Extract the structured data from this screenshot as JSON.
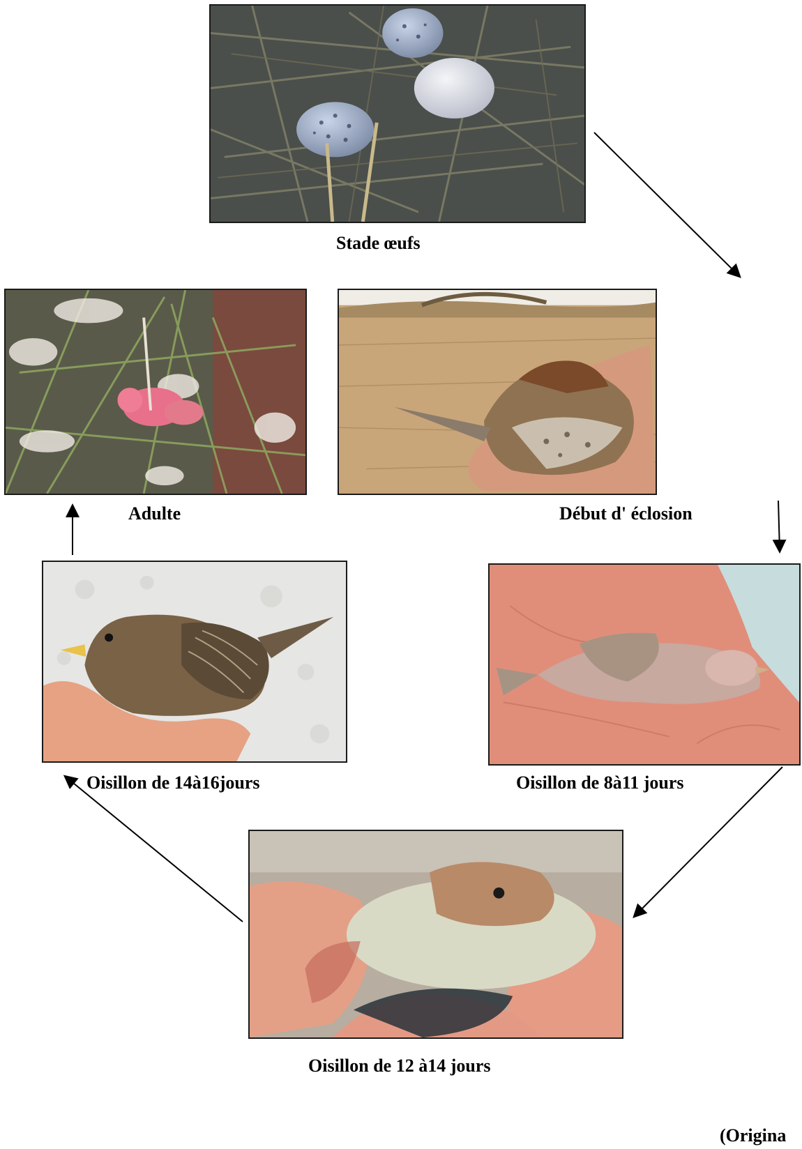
{
  "stages": {
    "eggs": {
      "label": "Stade œufs",
      "photo": "eggs-in-nest-photo"
    },
    "hatching": {
      "label": "Début d' éclosion",
      "photo": "sparrow-held-in-hand-desert-photo"
    },
    "adult": {
      "label": "Adulte",
      "photo": "pink-hatchling-in-grass-nest-photo"
    },
    "chick_14_16": {
      "label": "Oisillon de 14à16jours",
      "photo": "feathered-fledgling-held-photo"
    },
    "chick_8_11": {
      "label": "Oisillon de 8à11 jours",
      "photo": "chick-in-palm-photo"
    },
    "chick_12_14": {
      "label": "Oisillon de 12 à14 jours",
      "photo": "downy-chick-in-hands-photo"
    }
  },
  "credit": "(Origina",
  "cycle_order": [
    "eggs",
    "hatching",
    "chick_8_11",
    "chick_12_14",
    "chick_14_16",
    "adult"
  ],
  "colors": {
    "arrow": "#000000",
    "frame": "#1a1a1a",
    "text": "#000000"
  }
}
